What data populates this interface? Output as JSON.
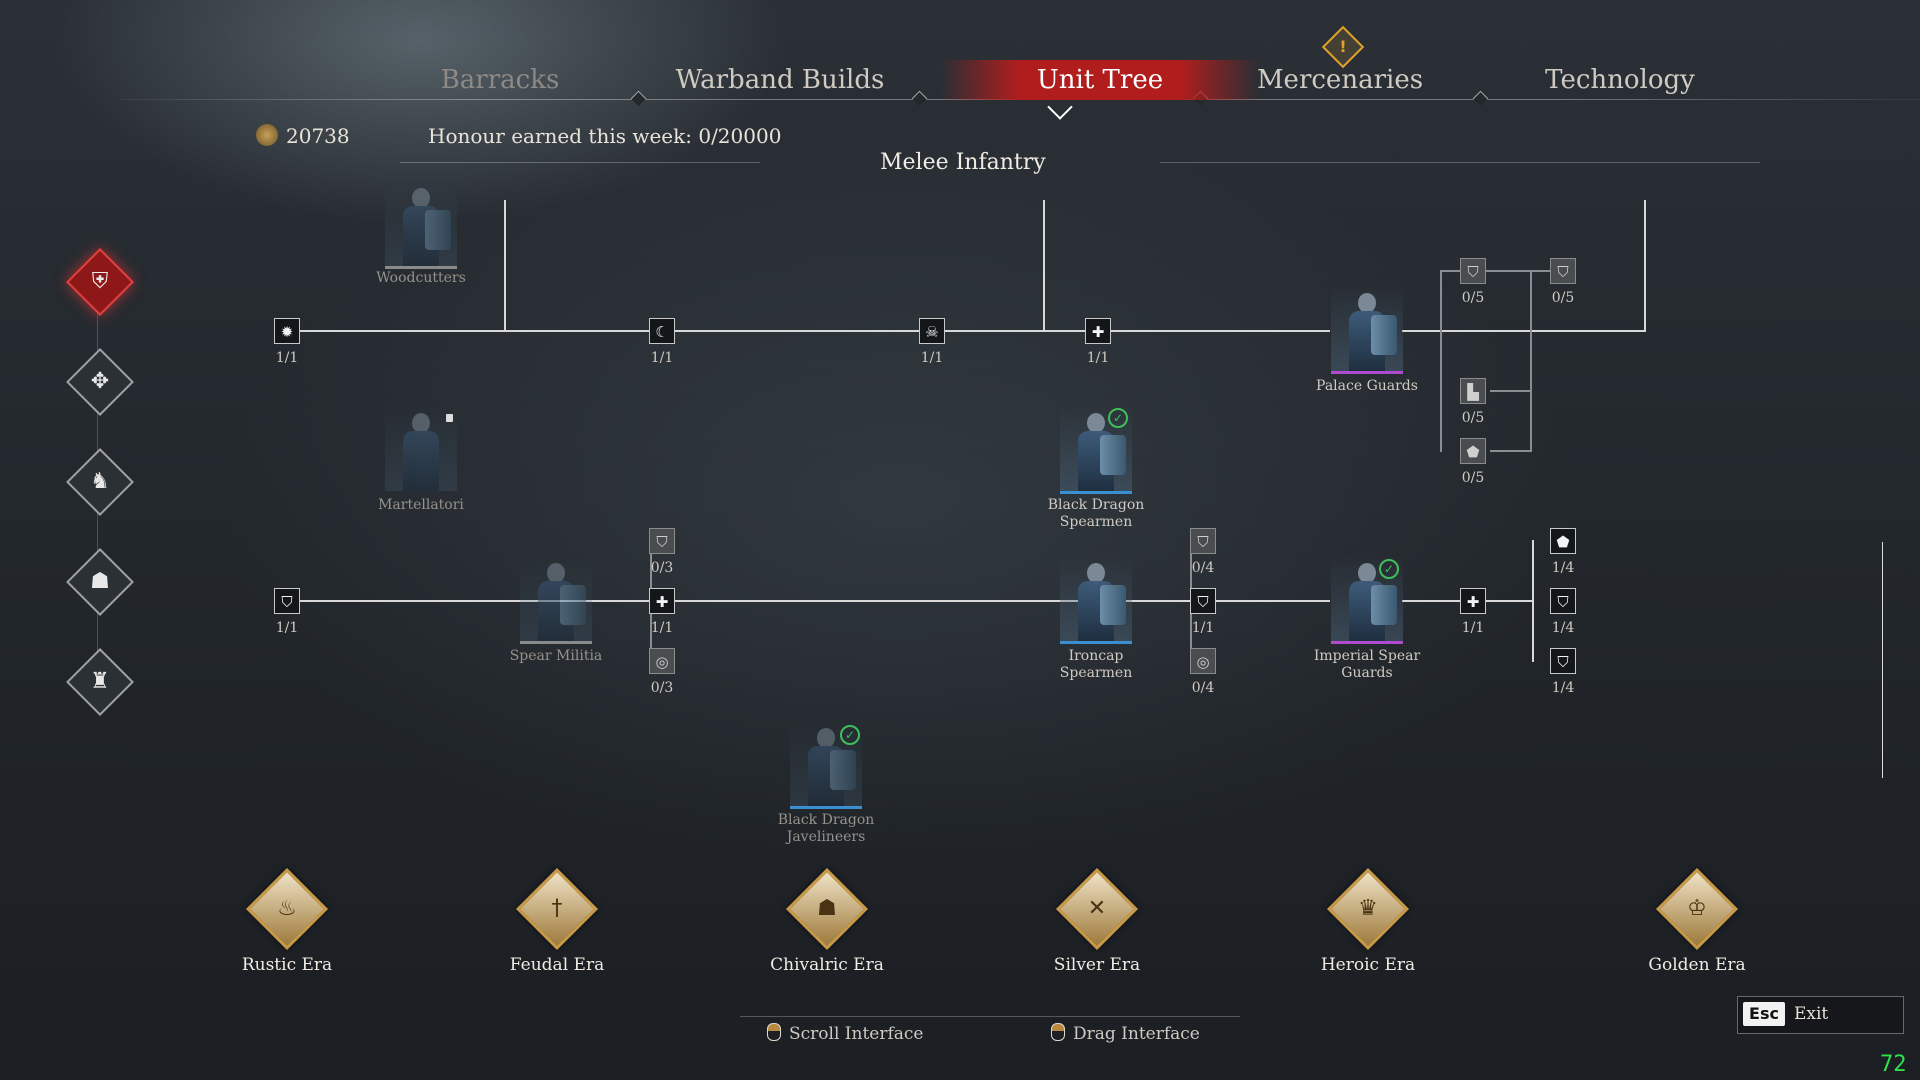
{
  "tabs": [
    {
      "label": "Barracks",
      "state": "dim"
    },
    {
      "label": "Warband Builds",
      "state": "normal"
    },
    {
      "label": "Unit Tree",
      "state": "active"
    },
    {
      "label": "Mercenaries",
      "state": "normal",
      "alert": "!"
    },
    {
      "label": "Technology",
      "state": "normal"
    }
  ],
  "info": {
    "honour_total": "20738",
    "honour_week": "Honour earned this week: 0/20000",
    "section_title": "Melee Infantry"
  },
  "sidebar": [
    {
      "name": "melee-infantry",
      "icon": "shield-sword-icon",
      "glyph": "⛨",
      "active": true
    },
    {
      "name": "ranged-infantry",
      "icon": "bow-icon",
      "glyph": "✥"
    },
    {
      "name": "cavalry",
      "icon": "horse-icon",
      "glyph": "♞"
    },
    {
      "name": "ranged-cavalry",
      "icon": "helmet-icon",
      "glyph": "☗"
    },
    {
      "name": "siege",
      "icon": "armor-icon",
      "glyph": "♜"
    }
  ],
  "tree": {
    "row1_nodes": [
      {
        "icon": "crest-icon",
        "glyph": "✹",
        "count": "1/1"
      },
      {
        "icon": "crescent-icon",
        "glyph": "☾",
        "count": "1/1"
      },
      {
        "icon": "skull-icon",
        "glyph": "☠",
        "count": "1/1"
      },
      {
        "icon": "cross-icon",
        "glyph": "✚",
        "count": "1/1"
      }
    ],
    "palace_upgrades": [
      {
        "icon": "shield-icon",
        "glyph": "⛉",
        "count": "0/5"
      },
      {
        "icon": "shield-icon",
        "glyph": "⛉",
        "count": "0/5"
      },
      {
        "icon": "boot-icon",
        "glyph": "▙",
        "count": "0/5"
      },
      {
        "icon": "emblem-icon",
        "glyph": "⬟",
        "count": "0/5"
      }
    ],
    "row2_start": {
      "icon": "shield-icon",
      "glyph": "⛉",
      "count": "1/1"
    },
    "militia_upgrades": [
      {
        "icon": "shield-icon",
        "glyph": "⛉",
        "count": "0/3"
      },
      {
        "icon": "cross-icon",
        "glyph": "✚",
        "count": "1/1"
      },
      {
        "icon": "ring-icon",
        "glyph": "◎",
        "count": "0/3"
      }
    ],
    "ironcap_upgrades": [
      {
        "icon": "shield-icon",
        "glyph": "⛉",
        "count": "0/4"
      },
      {
        "icon": "shield-icon",
        "glyph": "⛉",
        "count": "1/1"
      },
      {
        "icon": "ring-icon",
        "glyph": "◎",
        "count": "0/4"
      }
    ],
    "imperial_node": {
      "icon": "cross-icon",
      "glyph": "✚",
      "count": "1/1"
    },
    "imperial_upgrades": [
      {
        "icon": "emblem-icon",
        "glyph": "⬟",
        "count": "1/4"
      },
      {
        "icon": "shield-icon",
        "glyph": "⛉",
        "count": "1/4"
      },
      {
        "icon": "shield-icon",
        "glyph": "⛉",
        "count": "1/4"
      }
    ]
  },
  "units": [
    {
      "name": "Woodcutters",
      "dim": true,
      "bar": "#8a8a8a"
    },
    {
      "name": "Martellatori",
      "dim": true,
      "locked": true,
      "bar": "#555"
    },
    {
      "name": "Palace Guards",
      "bar": "#b04ad0"
    },
    {
      "name": "Black Dragon Spearmen",
      "checked": true,
      "bar": "#3a8fd0"
    },
    {
      "name": "Spear Militia",
      "dim": true,
      "bar": "#8a8a8a"
    },
    {
      "name": "Ironcap Spearmen",
      "bar": "#3a8fd0"
    },
    {
      "name": "Imperial Spear Guards",
      "checked": true,
      "bar": "#b04ad0"
    },
    {
      "name": "Black Dragon Javelineers",
      "dim": true,
      "checked": true,
      "bar": "#3a8fd0"
    }
  ],
  "eras": [
    {
      "label": "Rustic Era",
      "icon": "flame-icon",
      "glyph": "♨"
    },
    {
      "label": "Feudal Era",
      "icon": "sword-icon",
      "glyph": "†"
    },
    {
      "label": "Chivalric Era",
      "icon": "helm-icon",
      "glyph": "☗"
    },
    {
      "label": "Silver Era",
      "icon": "crossed-swords-icon",
      "glyph": "✕"
    },
    {
      "label": "Heroic Era",
      "icon": "crown-icon",
      "glyph": "♛"
    },
    {
      "label": "Golden Era",
      "icon": "golden-crown-icon",
      "glyph": "♔"
    }
  ],
  "footer": {
    "scroll_hint": "Scroll Interface",
    "drag_hint": "Drag Interface",
    "esc_key": "Esc",
    "exit_label": "Exit",
    "fps": "72"
  }
}
